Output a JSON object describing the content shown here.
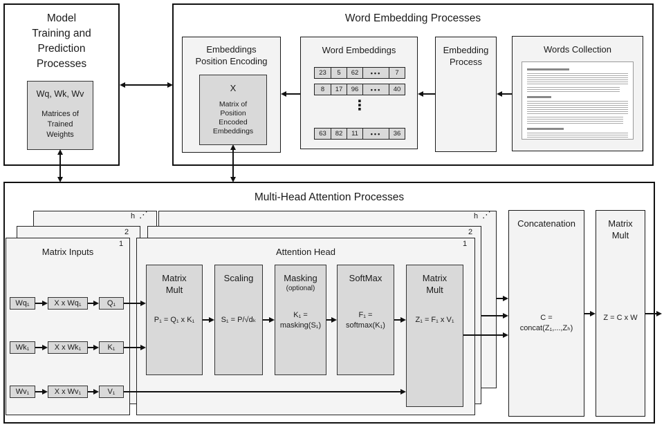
{
  "diagram": {
    "model_section": {
      "title": "Model\nTraining and\nPrediction\nProcesses",
      "weights_label": "Wq, Wk, Wv",
      "weights_caption": "Matrices of\nTrained\nWeights"
    },
    "embedding_section": {
      "title": "Word Embedding Processes",
      "position_encoding": {
        "title": "Embeddings\nPosition Encoding",
        "matrix_symbol": "X",
        "matrix_caption": "Matrix of\nPosition\nEncoded\nEmbeddings"
      },
      "word_embeddings": {
        "title": "Word Embeddings",
        "rows": [
          [
            "23",
            "5",
            "62",
            "•••",
            "7"
          ],
          [
            "8",
            "17",
            "96",
            "•••",
            "40"
          ],
          [
            "63",
            "82",
            "11",
            "•••",
            "36"
          ]
        ],
        "vertical_ellipsis": "⋮"
      },
      "embedding_process": {
        "title": "Embedding\nProcess"
      },
      "words_collection": {
        "title": "Words Collection"
      }
    },
    "attention_section": {
      "title": "Multi-Head Attention Processes",
      "matrix_inputs": {
        "title": "Matrix Inputs",
        "layers": {
          "front": "1",
          "middle": "2",
          "back": "h",
          "ellipsis": "⋰"
        },
        "rows": [
          {
            "weight": "Wq₁",
            "product": "X x Wq₁",
            "output": "Q₁"
          },
          {
            "weight": "Wk₁",
            "product": "X x Wk₁",
            "output": "K₁"
          },
          {
            "weight": "Wv₁",
            "product": "X x Wv₁",
            "output": "V₁"
          }
        ]
      },
      "attention_head": {
        "title": "Attention Head",
        "layers": {
          "front": "1",
          "middle": "2",
          "back": "h",
          "ellipsis": "⋰"
        },
        "steps": [
          {
            "title": "Matrix\nMult",
            "formula": "P₁ = Q₁ x K₁"
          },
          {
            "title": "Scaling",
            "formula": "S₁ = P/√dₖ"
          },
          {
            "title": "Masking",
            "subtitle": "(optional)",
            "formula": "K₁ =\nmasking(S₁)"
          },
          {
            "title": "SoftMax",
            "formula": "F₁ =\nsoftmax(K₁)"
          },
          {
            "title": "Matrix\nMult",
            "formula": "Z₁ = F₁ x V₁"
          }
        ]
      },
      "concatenation": {
        "title": "Concatenation",
        "formula": "C =\nconcat(Z₁,...,Zₕ)"
      },
      "final_matrix_mult": {
        "title": "Matrix\nMult",
        "formula": "Z = C x W"
      }
    },
    "colors": {
      "panel": "#f3f3f3",
      "block": "#d9d9d9",
      "border": "#1a1a1a"
    }
  }
}
